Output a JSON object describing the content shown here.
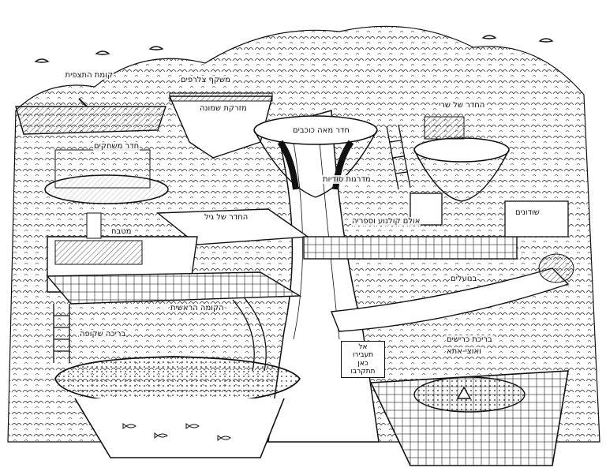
{
  "labels": {
    "observatory": "קומת התצפית",
    "ufo": "משקף צלרפים",
    "skylight": "מזרקת שמונה",
    "games_room": "חדר משחקים",
    "dream_room": "חדר מאה כוכבים",
    "sheri_room": "החדר של שרי",
    "kitchen": "מטבח",
    "gil_room": "החדר של גיל",
    "secret_stairs": "מדרגות סודיות",
    "library": "אולם קולנוע וספריה",
    "roof_garden": "שודונים",
    "tunnel": "בנועלים",
    "main_floor": "הקומה הראשית",
    "pool_label": "בריכה שקופה",
    "shark_pool": "בריכת כרישים",
    "shark_note": "ואוצי-אתא"
  },
  "sign": {
    "line1": "אל",
    "line2": "תעבירו",
    "line3": "כאן",
    "line4": "תתקרבו"
  }
}
